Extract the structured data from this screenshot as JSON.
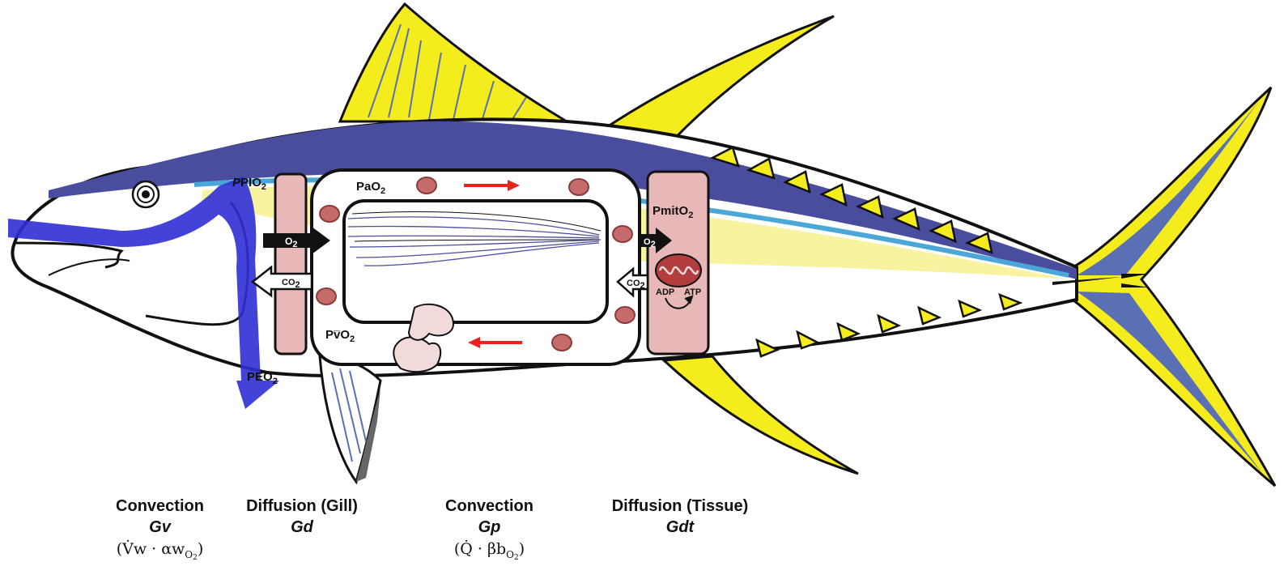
{
  "colors": {
    "blue_dark": "#4a4d9e",
    "blue_mid": "#5b6fb5",
    "blue_light": "#4aa7d8",
    "yellow": "#f5ec1e",
    "yellow_pale": "#f7f3a0",
    "water_flow": "#2f2fd6",
    "pink_box": "#e8b8b8",
    "rbc": "#c66b6b",
    "red_arrow": "#e8231b",
    "black": "#111111"
  },
  "labels": {
    "PIO2": {
      "main": "PIO",
      "sub": "2"
    },
    "PEO2": {
      "main": "PEO",
      "sub": "2"
    },
    "PaO2": {
      "main": "PaO",
      "sub": "2"
    },
    "PvO2": {
      "main": "Pv̅O",
      "sub": "2"
    },
    "PmitO2": {
      "main": "PmitO",
      "sub": "2"
    },
    "gill_o2": {
      "main": "O",
      "sub": "2"
    },
    "gill_co2": {
      "main": "CO",
      "sub": "2"
    },
    "tissue_o2": {
      "main": "O",
      "sub": "2"
    },
    "tissue_co2": {
      "main": "CO",
      "sub": "2"
    },
    "adp": "ADP",
    "atp": "ATP"
  },
  "captions": [
    {
      "title": "Convection",
      "symbol": "Gv",
      "eq_pre": "(V̇w · αw",
      "eq_sub": "O",
      "eq_subsub": "2",
      "eq_post": ")"
    },
    {
      "title": "Diffusion (Gill)",
      "symbol": "Gd"
    },
    {
      "title": "Convection",
      "symbol": "Gp",
      "eq_pre": "(Q̇ · βb",
      "eq_sub": "O",
      "eq_subsub": "2",
      "eq_post": ")"
    },
    {
      "title": "Diffusion (Tissue)",
      "symbol": "Gdt"
    }
  ]
}
